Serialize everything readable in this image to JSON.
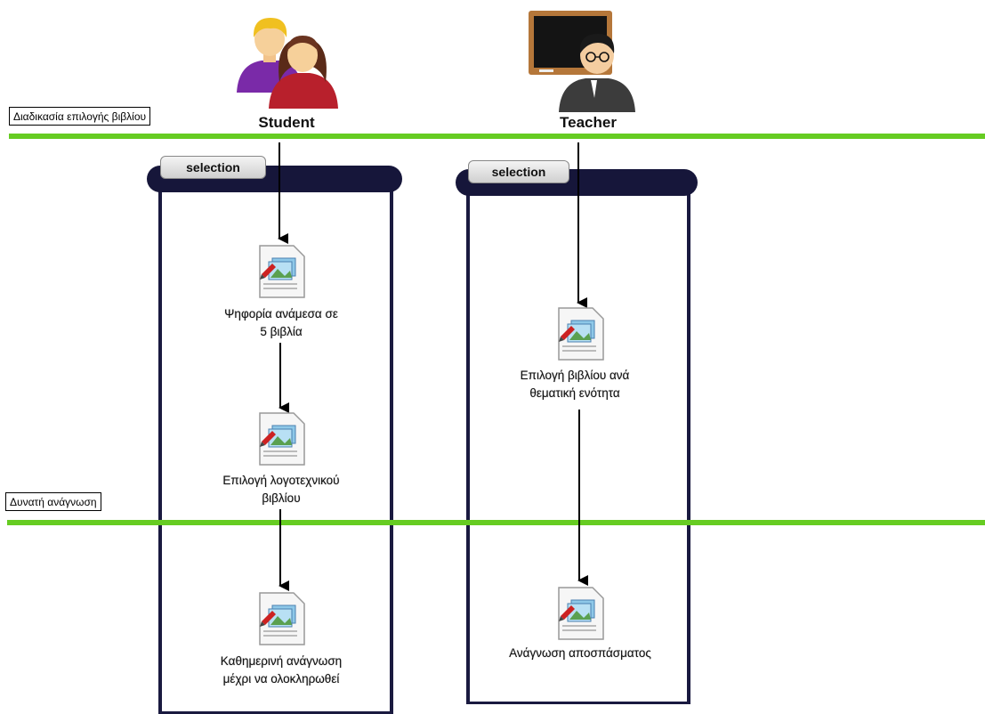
{
  "lanes": {
    "top_label": "Διαδικασία επιλογής βιβλίου",
    "bottom_label": "Δυνατή ανάγνωση"
  },
  "actors": {
    "student": "Student",
    "teacher": "Teacher"
  },
  "pools": {
    "student_tab": "selection",
    "teacher_tab": "selection"
  },
  "activities": {
    "s1_line1": "Ψηφορία ανάμεσα σε",
    "s1_line2": "5  βιβλία",
    "s2_line1": "Επιλογή λογοτεχνικού",
    "s2_line2": "βιβλίου",
    "s3_line1": "Καθημερινή ανάγνωση",
    "s3_line2": "μέχρι να ολοκληρωθεί",
    "t1_line1": "Επιλογή βιβλίου ανά",
    "t1_line2": "θεματική ενότητα",
    "t2_line1": "Ανάγνωση αποσπάσματος"
  },
  "colors": {
    "lane_line": "#66cc22",
    "pool_bar": "#16163a"
  }
}
